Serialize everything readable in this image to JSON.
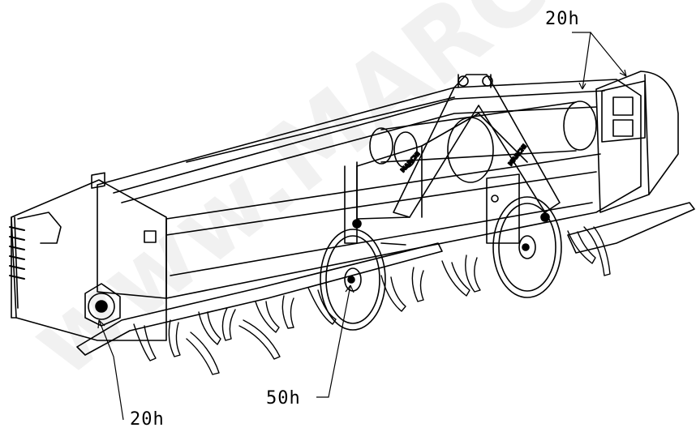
{
  "labels": {
    "top_right": "20h",
    "bottom_center": "50h",
    "bottom_left": "20h"
  },
  "watermark": "www.MARC",
  "brand_marks": [
    "MARCHI",
    "MARCHI"
  ],
  "colors": {
    "line": "#000000",
    "background": "#ffffff",
    "watermark": "#d9d9d9"
  }
}
